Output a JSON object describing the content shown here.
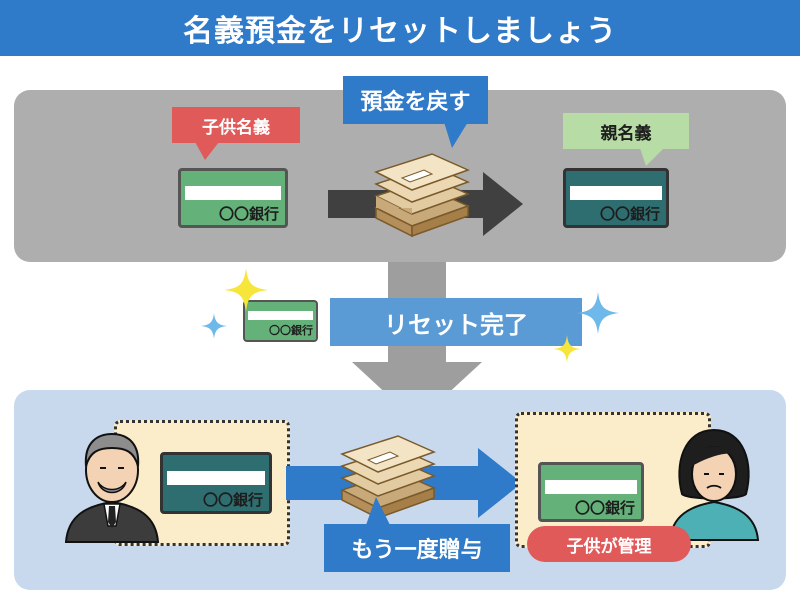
{
  "title": "名義預金をリセットしましょう",
  "top_section": {
    "child_name_label": "子供名義",
    "parent_name_label": "親名義",
    "return_deposit_label": "預金を戻す",
    "child_card_bank": "〇〇銀行",
    "parent_card_bank": "〇〇銀行"
  },
  "middle": {
    "reset_complete_label": "リセット完了",
    "mini_card_bank": "〇〇銀行"
  },
  "bottom_section": {
    "parent_card_bank": "〇〇銀行",
    "child_card_bank": "〇〇銀行",
    "gift_again_label": "もう一度贈与",
    "child_managed_label": "子供が管理"
  },
  "colors": {
    "title_bar": "#2f7ac9",
    "label_blue": "#2f7ac9",
    "label_red": "#e05a5a",
    "label_green": "#b7dca6",
    "reset_label": "#5b9bd5",
    "card_light": "#64b27a",
    "card_dark": "#2f6e70",
    "top_panel": "#aeaeae",
    "bottom_panel": "#c8d9ee"
  }
}
